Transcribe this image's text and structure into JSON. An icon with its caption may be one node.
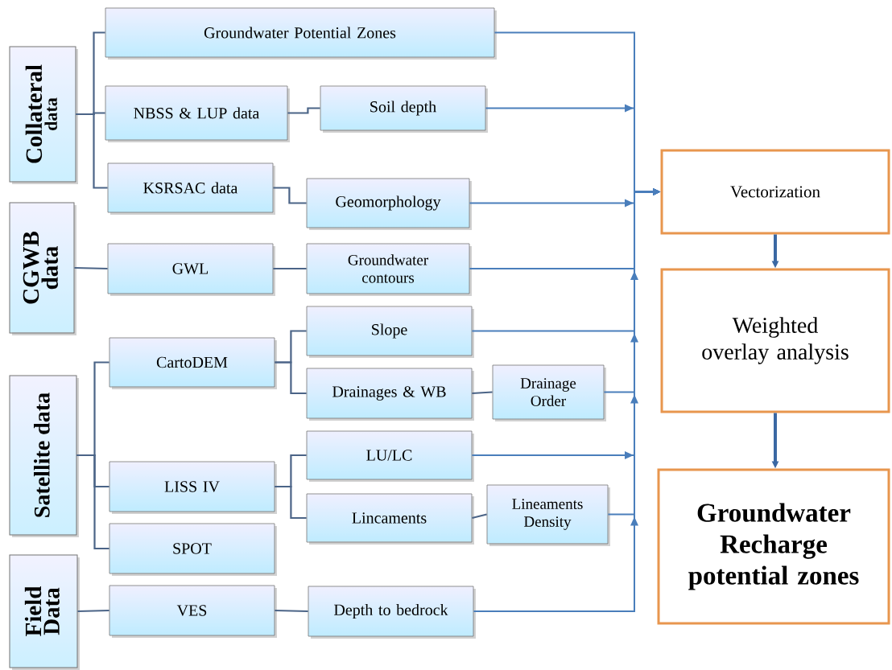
{
  "diagram": {
    "nodes": [
      {
        "text": [
          "Collateral",
          "data"
        ]
      },
      {
        "text": [
          "CGWB",
          "data"
        ]
      },
      {
        "text": [
          "Satellite data"
        ]
      },
      {
        "text": [
          "Field",
          "Data"
        ]
      },
      {
        "text": [
          "Groundwater Potential Zones"
        ]
      },
      {
        "text": [
          "NBSS & LUP data"
        ]
      },
      {
        "text": [
          "Soil depth"
        ]
      },
      {
        "text": [
          "KSRSAC data"
        ]
      },
      {
        "text": [
          "Geomorphology"
        ]
      },
      {
        "text": [
          "GWL"
        ]
      },
      {
        "text": [
          "Groundwater contours"
        ]
      },
      {
        "text": [
          "Slope"
        ]
      },
      {
        "text": [
          "CartoDEM"
        ]
      },
      {
        "text": [
          "Drainages & WB"
        ]
      },
      {
        "text": [
          "Drainage Order"
        ]
      },
      {
        "text": [
          "LU/LC"
        ]
      },
      {
        "text": [
          "LISS IV"
        ]
      },
      {
        "text": [
          "Lincaments"
        ]
      },
      {
        "text": [
          "Lineaments Density"
        ]
      },
      {
        "text": [
          "SPOT"
        ]
      },
      {
        "text": [
          "VES"
        ]
      },
      {
        "text": [
          "Depth to bedrock"
        ]
      },
      {
        "text": [
          "Vectorization"
        ]
      },
      {
        "text": [
          "Weighted overlay analysis"
        ]
      },
      {
        "text": [
          "Groundwater Recharge potential zones"
        ]
      }
    ],
    "edges": [
      {
        "from": 0,
        "to": 4,
        "arrow": "none"
      },
      {
        "from": 0,
        "to": 5,
        "arrow": "none"
      },
      {
        "from": 0,
        "to": 7,
        "arrow": "none"
      },
      {
        "from": 5,
        "to": 6,
        "arrow": "none"
      },
      {
        "from": 7,
        "to": 8,
        "arrow": "none"
      },
      {
        "from": 1,
        "to": 9,
        "arrow": "none"
      },
      {
        "from": 9,
        "to": 10,
        "arrow": "none"
      },
      {
        "from": 2,
        "to": 12,
        "arrow": "none"
      },
      {
        "from": 2,
        "to": 16,
        "arrow": "none"
      },
      {
        "from": 2,
        "to": 19,
        "arrow": "none"
      },
      {
        "from": 12,
        "to": 11,
        "arrow": "none"
      },
      {
        "from": 12,
        "to": 13,
        "arrow": "none"
      },
      {
        "from": 13,
        "to": 14,
        "arrow": "none"
      },
      {
        "from": 16,
        "to": 15,
        "arrow": "none"
      },
      {
        "from": 16,
        "to": 17,
        "arrow": "none"
      },
      {
        "from": 17,
        "to": 18,
        "arrow": "none"
      },
      {
        "from": 3,
        "to": 20,
        "arrow": "none"
      },
      {
        "from": 20,
        "to": 21,
        "arrow": "none"
      },
      {
        "from": 4,
        "to": 22,
        "arrow": "to",
        "color": "#4a7ebb"
      },
      {
        "from": 6,
        "to": 22,
        "arrow": "to",
        "color": "#4a7ebb"
      },
      {
        "from": 8,
        "to": 22,
        "arrow": "to",
        "color": "#4a7ebb"
      },
      {
        "from": 10,
        "to": 22,
        "arrow": "to",
        "color": "#4a7ebb"
      },
      {
        "from": 11,
        "to": 22,
        "arrow": "to",
        "color": "#4a7ebb"
      },
      {
        "from": 14,
        "to": 22,
        "arrow": "to",
        "color": "#4a7ebb"
      },
      {
        "from": 15,
        "to": 22,
        "arrow": "to",
        "color": "#4a7ebb"
      },
      {
        "from": 18,
        "to": 22,
        "arrow": "to",
        "color": "#4a7ebb"
      },
      {
        "from": 21,
        "to": 22,
        "arrow": "to",
        "color": "#4a7ebb"
      },
      {
        "from": 22,
        "to": 23,
        "arrow": "to",
        "style": "thick",
        "color": "#3b68a3"
      },
      {
        "from": 23,
        "to": 24,
        "arrow": "to",
        "style": "thick",
        "color": "#3b68a3"
      }
    ]
  }
}
